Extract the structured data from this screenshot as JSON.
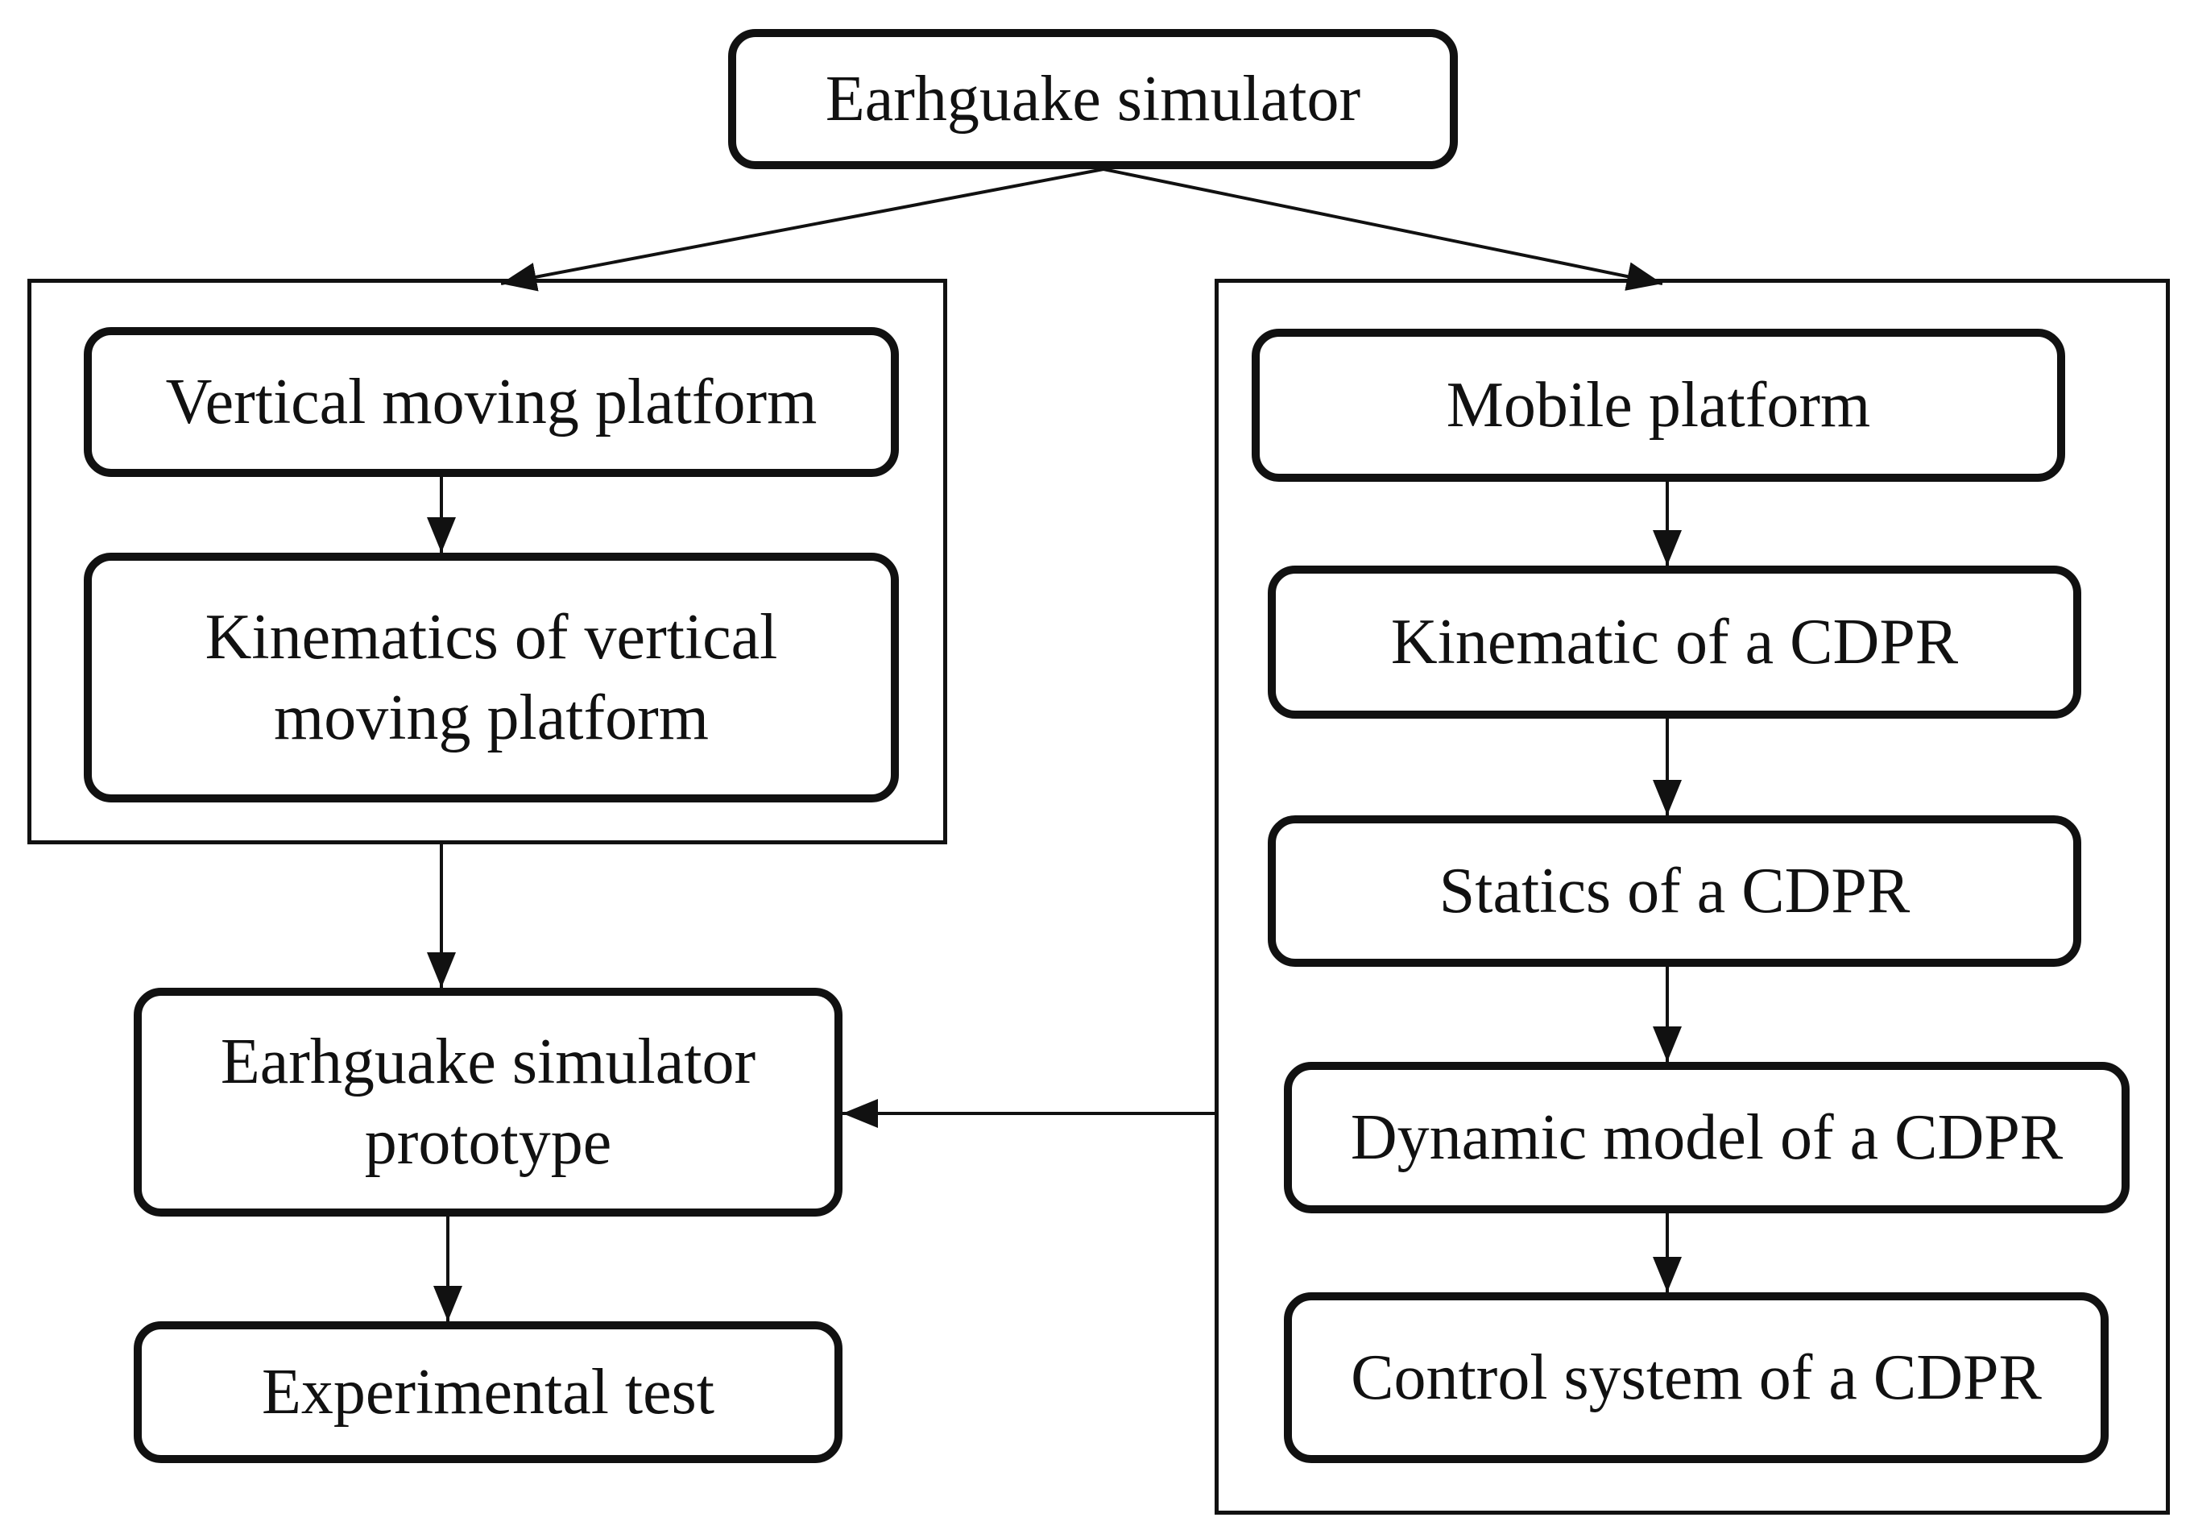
{
  "diagram": {
    "top": {
      "title": "Earhguake simulator"
    },
    "left_group": {
      "items": [
        {
          "label": "Vertical moving platform"
        },
        {
          "label_line1": "Kinematics of vertical",
          "label_line2": "moving platform"
        }
      ]
    },
    "right_group": {
      "items": [
        {
          "label": "Mobile platform"
        },
        {
          "label": "Kinematic of a CDPR"
        },
        {
          "label": "Statics of a CDPR"
        },
        {
          "label": "Dynamic model of a CDPR"
        },
        {
          "label": "Control system of a CDPR"
        }
      ]
    },
    "prototype": {
      "label_line1": "Earhguake simulator",
      "label_line2": "prototype"
    },
    "experiment": {
      "label": "Experimental test"
    }
  }
}
